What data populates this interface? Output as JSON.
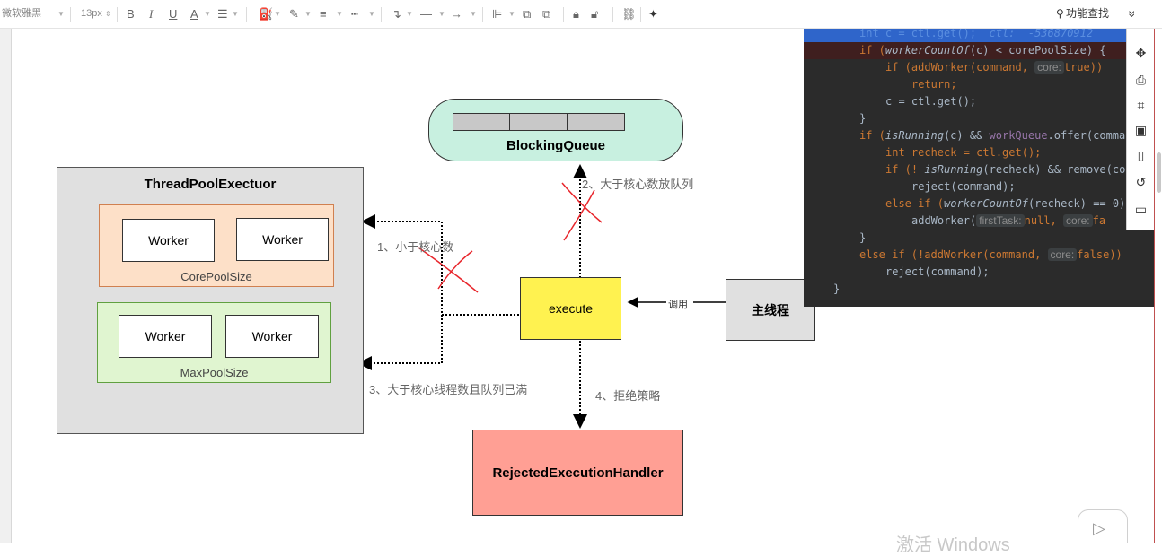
{
  "toolbar": {
    "font_family": "微软雅黑",
    "font_size": "13px",
    "bold": "B",
    "italic": "I",
    "underline": "U",
    "font_color": "A",
    "search_label": "功能查找",
    "collapse": "»"
  },
  "diagram": {
    "blocking_queue": "BlockingQueue",
    "thread_pool": "ThreadPoolExectuor",
    "worker": "Worker",
    "core_pool_size": "CorePoolSize",
    "max_pool_size": "MaxPoolSize",
    "execute": "execute",
    "main_thread": "主线程",
    "invoke": "调用",
    "rejected_handler": "RejectedExecutionHandler",
    "note1": "1、小于核心数",
    "note2": "2、大于核心数放队列",
    "note3": "3、大于核心线程数且队列已满",
    "note4": "4、拒绝策略"
  },
  "code": {
    "l1a": "int c = ctl.get();  ",
    "l1b": "ctl:  -536870912",
    "l2_if": "if (",
    "l2_fn": "workerCountOf",
    "l2_rest": "(c) < corePoolSize) {",
    "l3": "if (addWorker(command, ",
    "l3_hint": "core:",
    "l3_end": "true))",
    "l4": "return;",
    "l5": "c = ctl.get();",
    "l6": "}",
    "l7_if": "if (",
    "l7_fn": "isRunning",
    "l7_rest": "(c) && ",
    "l7_field": "workQueue",
    "l7_end": ".offer(comma",
    "l8": "int recheck = ctl.get();",
    "l9_if": "if (! ",
    "l9_fn": "isRunning",
    "l9_rest": "(recheck) && remove(co",
    "l10": "reject(command);",
    "l11_else": "else if (",
    "l11_fn": "workerCountOf",
    "l11_rest": "(recheck) == 0)",
    "l12": "addWorker(",
    "l12_hint": "firstTask:",
    "l12_null": "null, ",
    "l12_hint2": "core:",
    "l12_end": "fa",
    "l13": "}",
    "l14": "else if (!addWorker(command, ",
    "l14_hint": "core:",
    "l14_end": "false))",
    "l15": "reject(command);",
    "l16": "}"
  },
  "watermark": "激活 Windows",
  "colors": {
    "queue_fill": "#c8f0e0",
    "pool_fill": "#e0e0e0",
    "core_fill": "#fde0c8",
    "max_fill": "#e0f5d0",
    "execute_fill": "#fff250",
    "rejected_fill": "#ff9f94",
    "annotation_red": "#e8262c"
  }
}
